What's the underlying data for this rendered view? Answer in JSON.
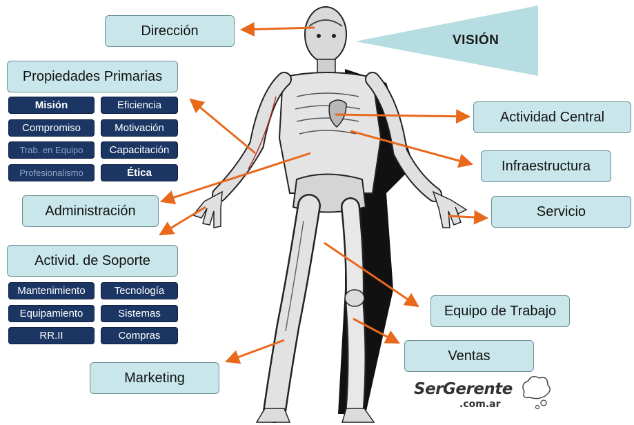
{
  "vision_label": "VISIÓN",
  "boxes": {
    "direccion": "Dirección",
    "propiedades": "Propiedades Primarias",
    "administracion": "Administración",
    "actividades_soporte": "Activid. de Soporte",
    "marketing": "Marketing",
    "actividad_central": "Actividad Central",
    "infraestructura": "Infraestructura",
    "servicio": "Servicio",
    "equipo_trabajo": "Equipo de Trabajo",
    "ventas": "Ventas"
  },
  "propiedades_items": [
    "Misión",
    "Eficiencia",
    "Compromiso",
    "Motivación",
    "Trab. en Equipo",
    "Capacitación",
    "Profesionalismo",
    "Ética"
  ],
  "soporte_items": [
    "Mantenimiento",
    "Tecnología",
    "Equipamiento",
    "Sistemas",
    "RR.II",
    "Compras"
  ],
  "logo": {
    "name": "SerGerente",
    "domain": ".com.ar"
  },
  "colors": {
    "box_fill": "#c9e7ea",
    "pill_fill": "#1c3664",
    "arrow": "#e8681c",
    "vision_beam": "#b6dde1"
  }
}
